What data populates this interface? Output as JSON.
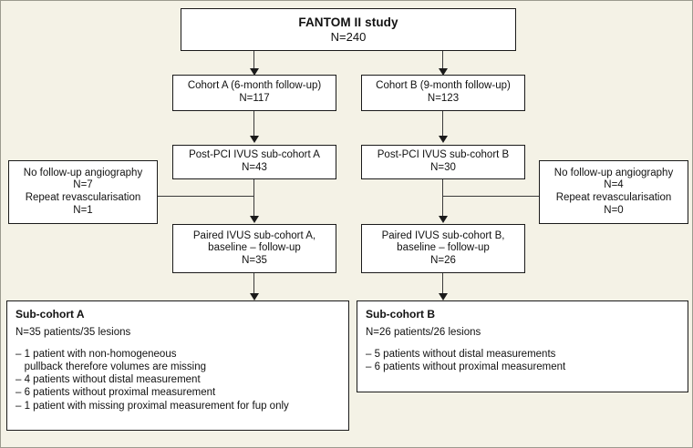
{
  "figure": {
    "background_color": "#f4f2e6",
    "box_fill": "#ffffff",
    "line_color": "#1a1a1a"
  },
  "nodes": {
    "root": {
      "title": "FANTOM II study",
      "n": "N=240"
    },
    "cohort_a": {
      "title": "Cohort A (6-month follow-up)",
      "n": "N=117"
    },
    "cohort_b": {
      "title": "Cohort B (9-month follow-up)",
      "n": "N=123"
    },
    "postpci_a": {
      "title": "Post-PCI IVUS sub-cohort A",
      "n": "N=43"
    },
    "postpci_b": {
      "title": "Post-PCI IVUS sub-cohort B",
      "n": "N=30"
    },
    "exclusions_a": {
      "line1": "No follow-up angiography",
      "line2": "N=7",
      "line3": "Repeat revascularisation",
      "line4": "N=1"
    },
    "exclusions_b": {
      "line1": "No follow-up angiography",
      "line2": "N=4",
      "line3": "Repeat revascularisation",
      "line4": "N=0"
    },
    "paired_a": {
      "line1": "Paired IVUS sub-cohort A,",
      "line2": "baseline – follow-up",
      "n": "N=35"
    },
    "paired_b": {
      "line1": "Paired IVUS sub-cohort B,",
      "line2": "baseline – follow-up",
      "n": "N=26"
    },
    "summary_a": {
      "heading": "Sub-cohort A",
      "counts": "N=35 patients/35 lesions",
      "bullets": [
        "– 1 patient with non-homogeneous",
        "   pullback therefore volumes are missing",
        "– 4 patients without distal measurement",
        "– 6 patients without proximal measurement",
        "– 1 patient with missing proximal measurement for fup only"
      ]
    },
    "summary_b": {
      "heading": "Sub-cohort B",
      "counts": "N=26 patients/26 lesions",
      "bullets": [
        "– 5 patients without distal measurements",
        "– 6 patients without proximal measurement"
      ]
    }
  }
}
